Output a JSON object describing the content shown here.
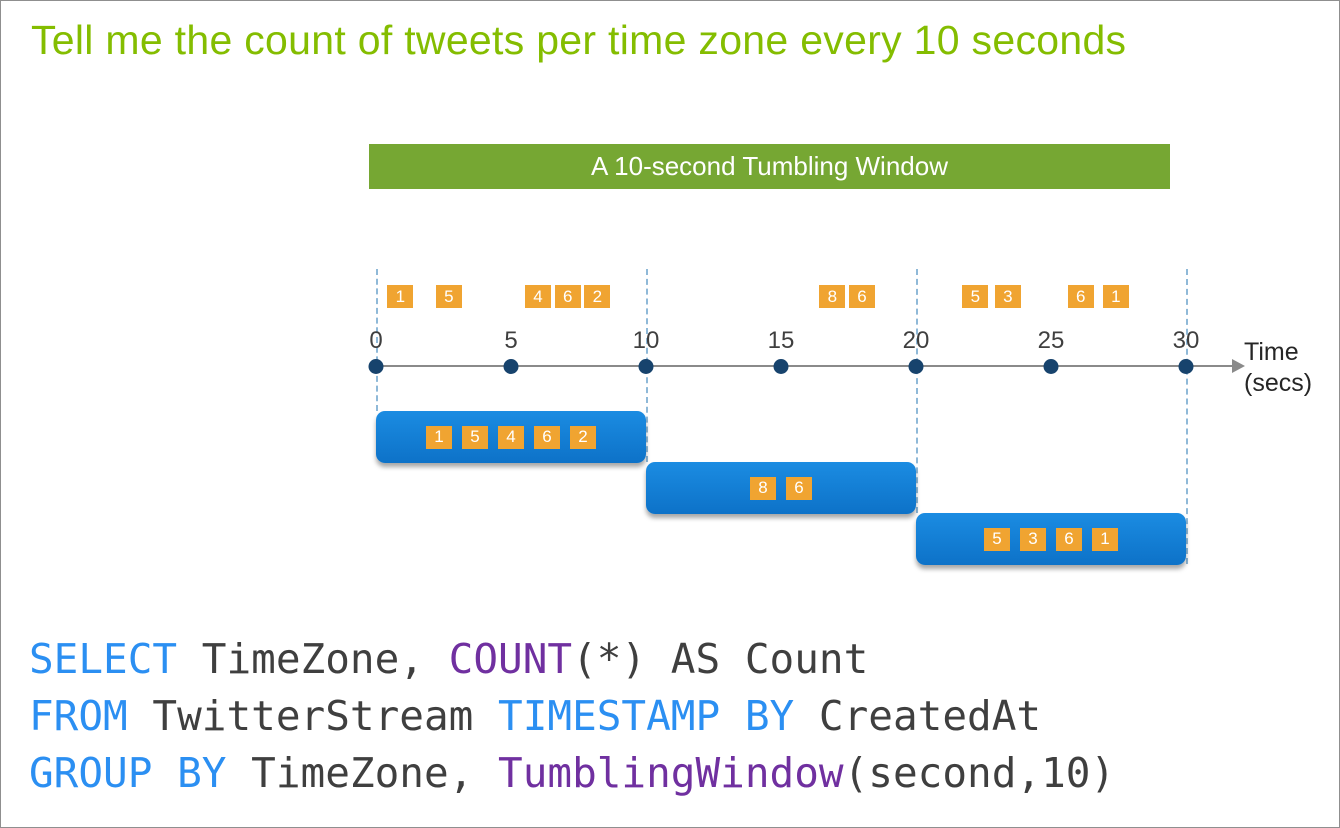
{
  "title": "Tell me the count of tweets per time zone every 10 seconds",
  "banner": {
    "label": "A 10-second Tumbling Window"
  },
  "timeline": {
    "axis_label_line1": "Time",
    "axis_label_line2": "(secs)",
    "ticks": [
      {
        "label": "0",
        "t": 0
      },
      {
        "label": "5",
        "t": 5
      },
      {
        "label": "10",
        "t": 10
      },
      {
        "label": "15",
        "t": 15
      },
      {
        "label": "20",
        "t": 20
      },
      {
        "label": "25",
        "t": 25
      },
      {
        "label": "30",
        "t": 30
      }
    ],
    "window_boundaries": [
      0,
      10,
      20,
      30
    ]
  },
  "events": [
    {
      "value": "1",
      "t": 0.9
    },
    {
      "value": "5",
      "t": 2.7
    },
    {
      "value": "4",
      "t": 6.0
    },
    {
      "value": "6",
      "t": 7.1
    },
    {
      "value": "2",
      "t": 8.2
    },
    {
      "value": "8",
      "t": 16.9
    },
    {
      "value": "6",
      "t": 18.0
    },
    {
      "value": "5",
      "t": 22.2
    },
    {
      "value": "3",
      "t": 23.4
    },
    {
      "value": "6",
      "t": 26.1
    },
    {
      "value": "1",
      "t": 27.4
    }
  ],
  "windows": [
    {
      "start": 0,
      "end": 10,
      "values": [
        "1",
        "5",
        "4",
        "6",
        "2"
      ]
    },
    {
      "start": 10,
      "end": 20,
      "values": [
        "8",
        "6"
      ]
    },
    {
      "start": 20,
      "end": 30,
      "values": [
        "5",
        "3",
        "6",
        "1"
      ]
    }
  ],
  "code": {
    "lines": [
      [
        {
          "text": "SELECT",
          "type": "kw"
        },
        {
          "text": " TimeZone, ",
          "type": "plain"
        },
        {
          "text": "COUNT",
          "type": "fn"
        },
        {
          "text": "(*) AS Count",
          "type": "plain"
        }
      ],
      [
        {
          "text": "FROM",
          "type": "kw"
        },
        {
          "text": " TwitterStream ",
          "type": "plain"
        },
        {
          "text": "TIMESTAMP BY",
          "type": "kw"
        },
        {
          "text": " CreatedAt",
          "type": "plain"
        }
      ],
      [
        {
          "text": "GROUP BY",
          "type": "kw"
        },
        {
          "text": " TimeZone, ",
          "type": "plain"
        },
        {
          "text": "TumblingWindow",
          "type": "fn"
        },
        {
          "text": "(second,10)",
          "type": "plain"
        }
      ]
    ]
  },
  "colors": {
    "titleGreen": "#84bd00",
    "bannerGreen": "#76a733",
    "orange": "#f0a431",
    "dotNavy": "#17436d",
    "axisGray": "#8a8a8a",
    "guideBlue": "#8fb9d8",
    "windowBlueTop": "#1b8ce2",
    "windowBlueBottom": "#0d72c8",
    "kwBlue": "#2b8ff2",
    "fnPurple": "#7030a0",
    "codeDark": "#3f3f3f"
  }
}
